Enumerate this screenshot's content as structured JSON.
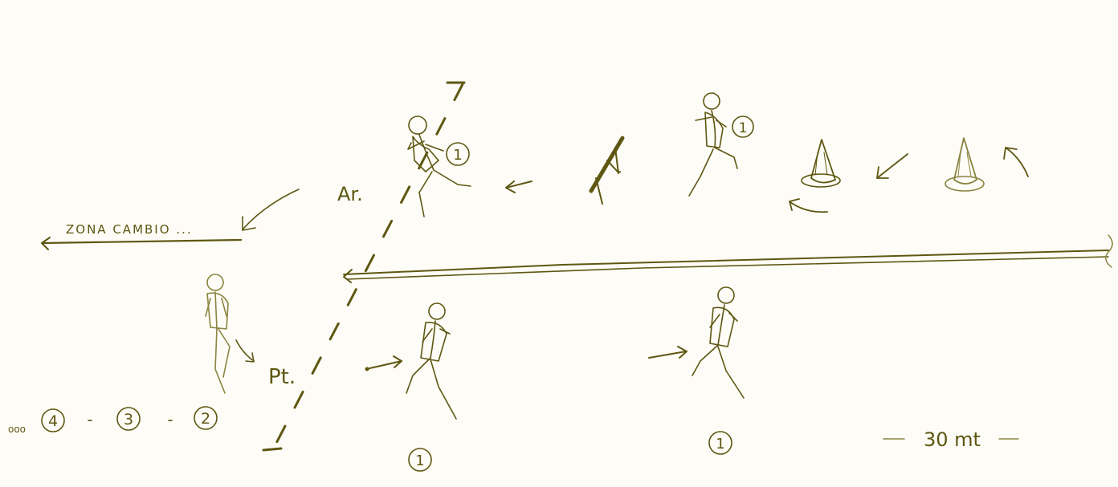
{
  "labels": {
    "zona_cambio": "ZONA CAMBIO ...",
    "arrival": "Ar.",
    "departure": "Pt.",
    "distance": "30 mt",
    "queue_dots": "ooo",
    "dash": "-"
  },
  "runner_numbers": {
    "top_left": "1",
    "top_right": "1",
    "bottom_mid": "1",
    "bottom_right": "1",
    "queue": [
      "4",
      "3",
      "2"
    ]
  },
  "colors": {
    "ink": "#5e5712",
    "light_ink": "#8a8440",
    "paper": "#fdfcf6"
  }
}
